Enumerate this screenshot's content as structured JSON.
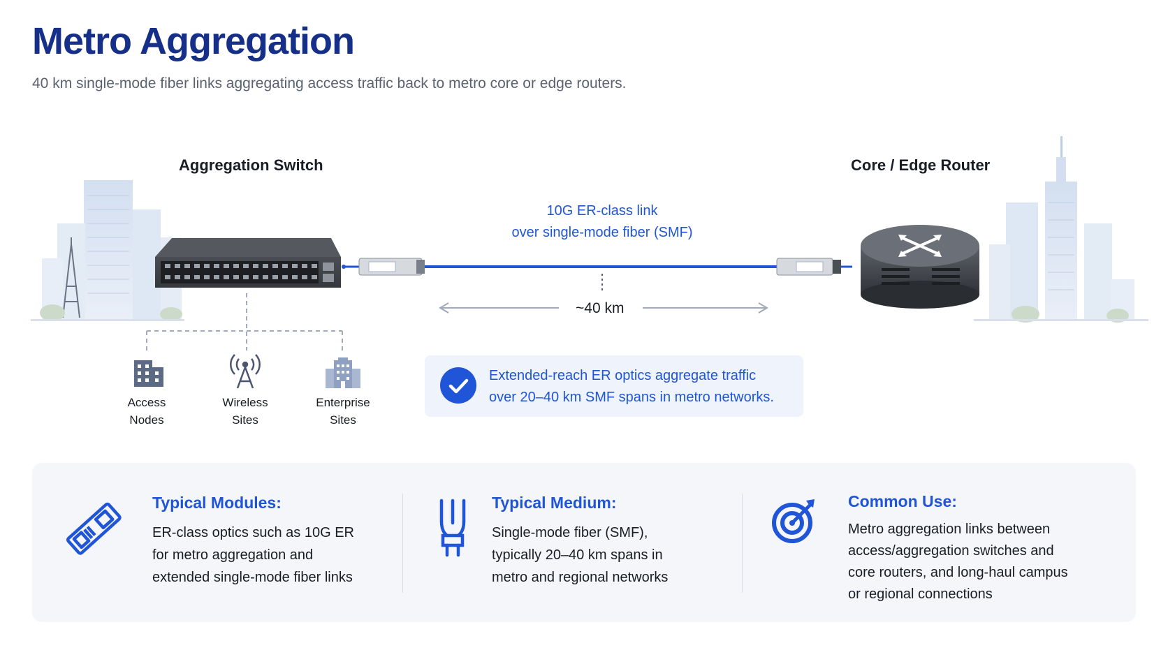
{
  "header": {
    "title": "Metro Aggregation",
    "subtitle": "40 km single-mode fiber links aggregating access traffic back to metro core or edge routers."
  },
  "diagram": {
    "left_device": "Aggregation Switch",
    "right_device": "Core / Edge Router",
    "link_label_line1": "10G ER-class link",
    "link_label_line2": "over single-mode fiber (SMF)",
    "distance": "~40 km",
    "sites": [
      {
        "line1": "Access",
        "line2": "Nodes",
        "icon": "office-building-icon"
      },
      {
        "line1": "Wireless",
        "line2": "Sites",
        "icon": "cell-tower-icon"
      },
      {
        "line1": "Enterprise",
        "line2": "Sites",
        "icon": "enterprise-building-icon"
      }
    ]
  },
  "callout": {
    "line1": "Extended-reach ER optics aggregate traffic",
    "line2": "over 20–40 km SMF spans in metro networks.",
    "icon": "check-circle-icon"
  },
  "info": [
    {
      "icon": "transceiver-module-icon",
      "title": "Typical Modules:",
      "lines": [
        "ER-class optics such as 10G ER",
        "for metro aggregation and",
        "extended single-mode fiber links"
      ]
    },
    {
      "icon": "fiber-cable-icon",
      "title": "Typical Medium:",
      "lines": [
        "Single-mode fiber (SMF),",
        "typically 20–40 km spans in",
        "metro and regional networks"
      ]
    },
    {
      "icon": "target-icon",
      "title": "Common Use:",
      "lines": [
        "Metro aggregation links between",
        "access/aggregation switches and",
        "core routers, and long-haul campus",
        "or regional connections"
      ]
    }
  ],
  "colors": {
    "title": "#16308a",
    "accent": "#1f55d6",
    "panel_bg": "#f4f6fa",
    "callout_bg": "#eef3fc"
  }
}
